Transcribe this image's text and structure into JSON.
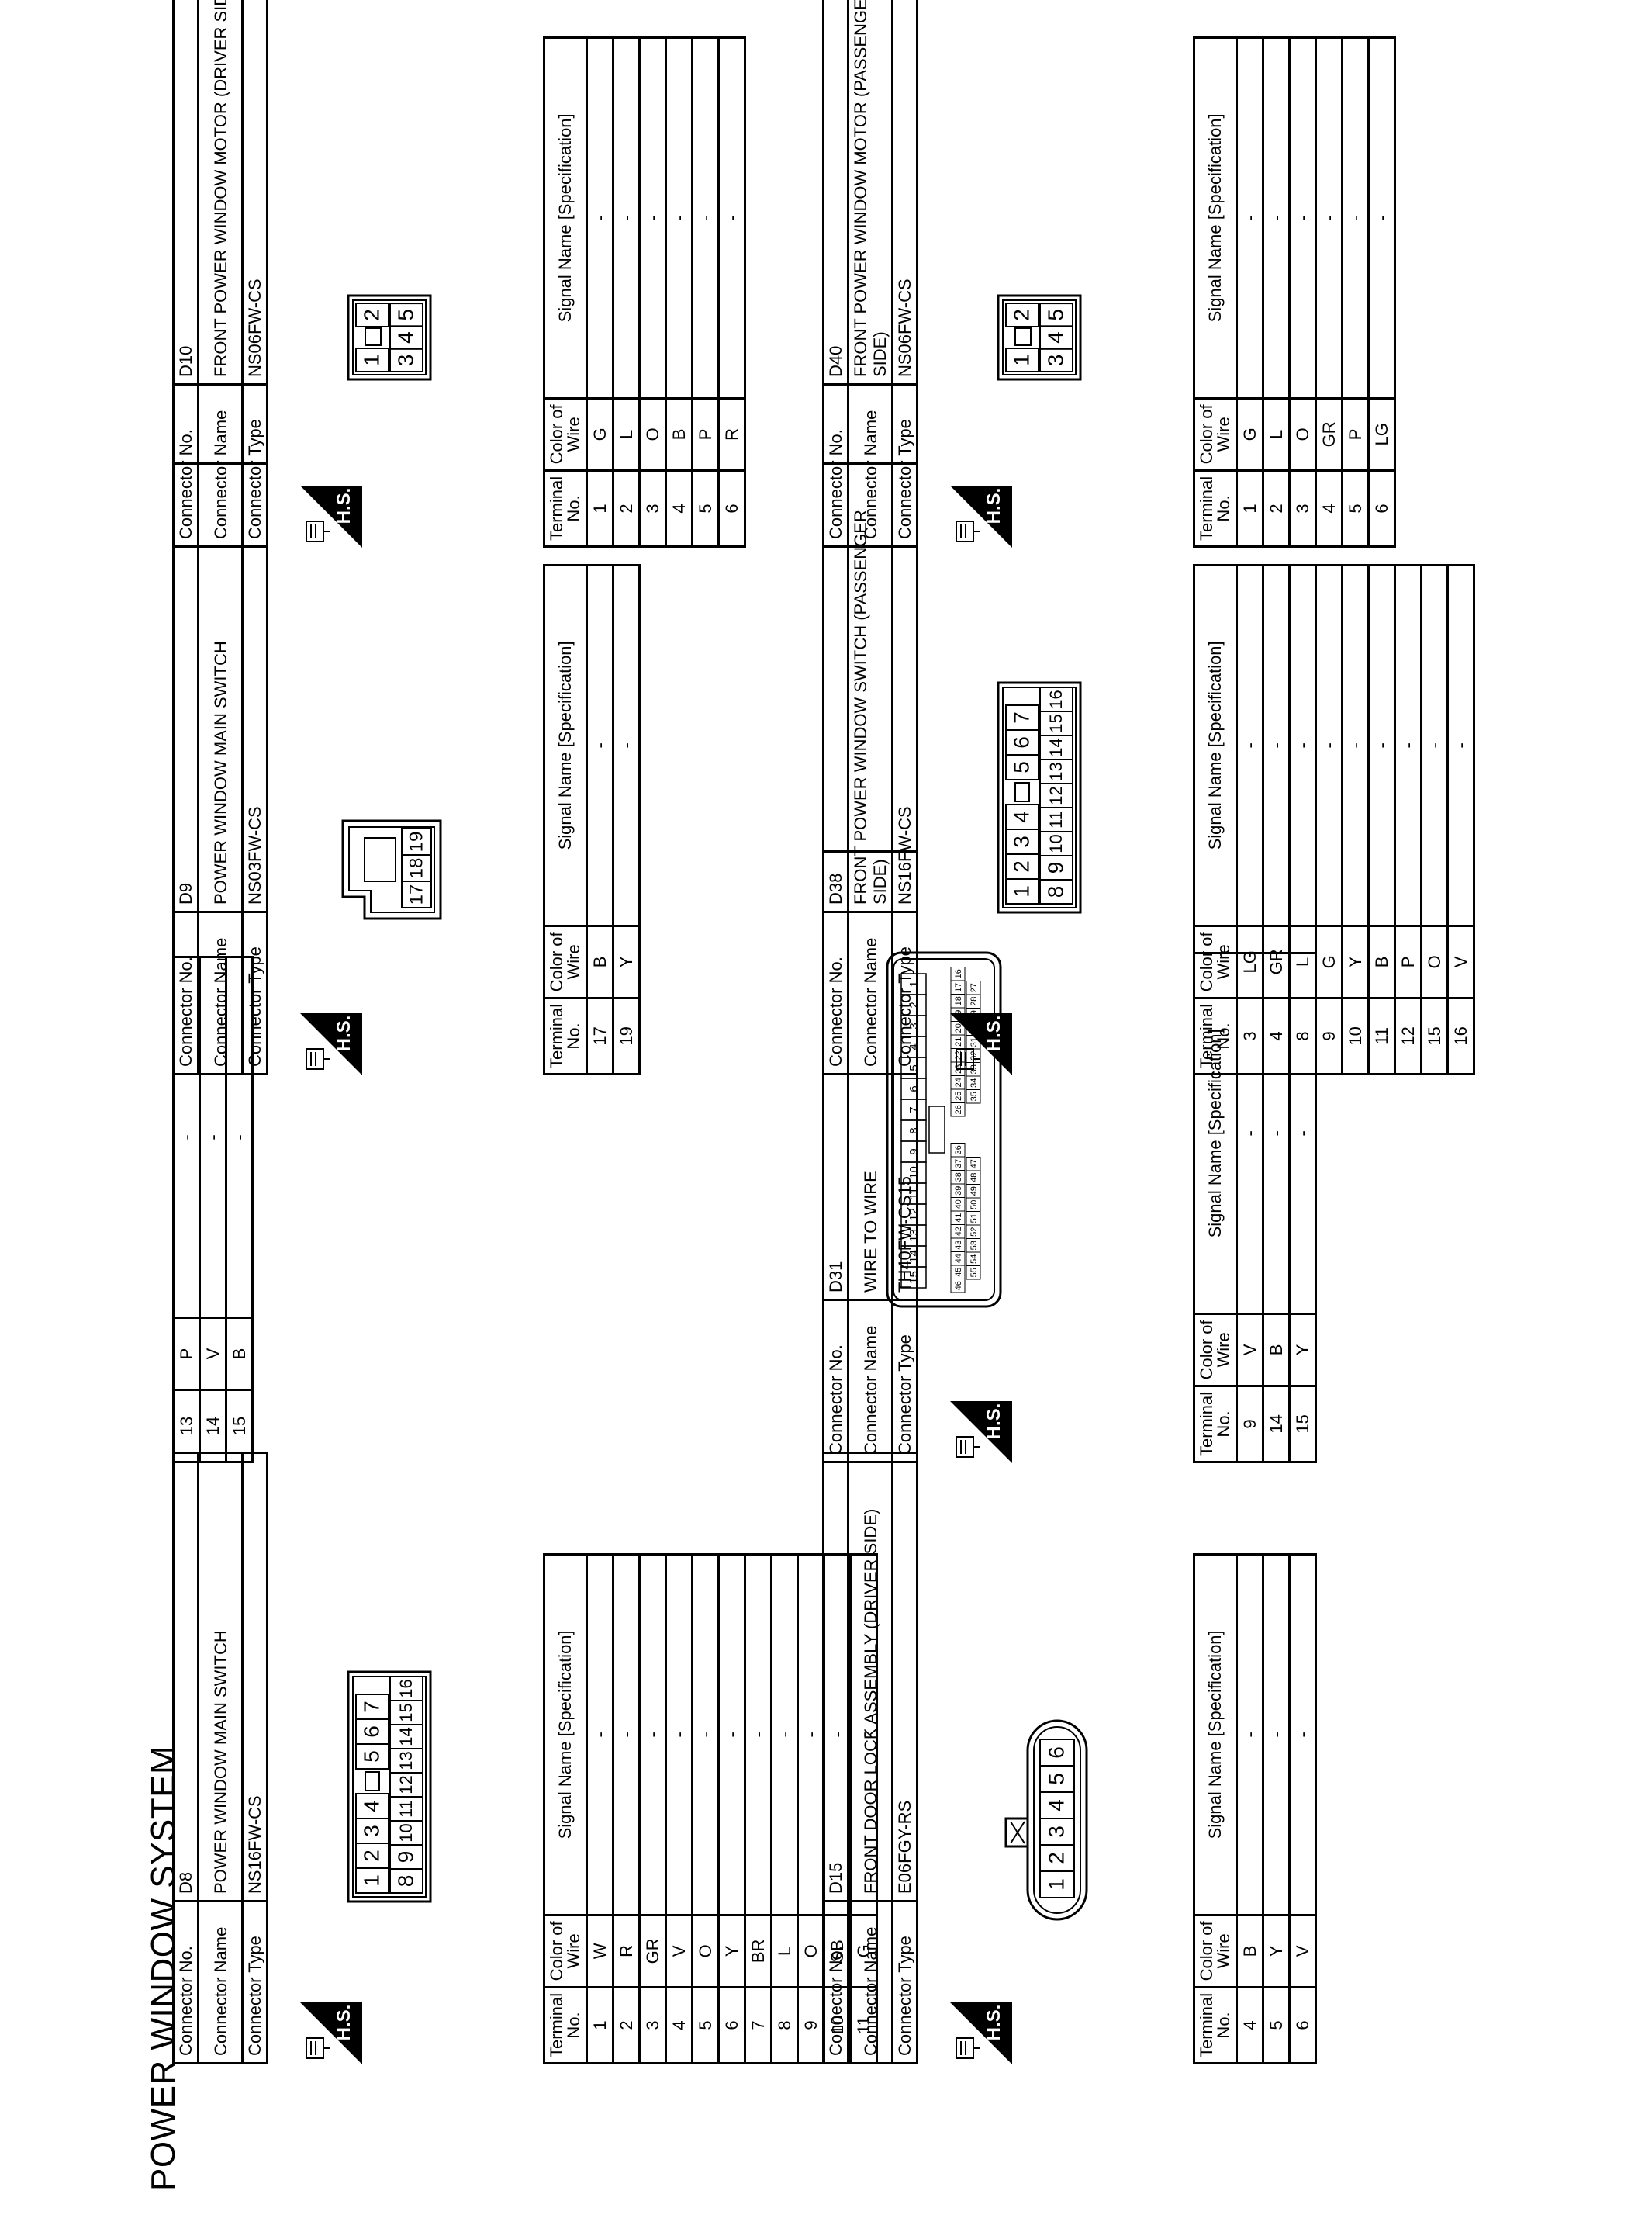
{
  "page_title": "POWER WINDOW SYSTEM",
  "labels": {
    "connector_no": "Connector No.",
    "connector_name": "Connector Name",
    "connector_type": "Connector Type",
    "hs": "H.S.",
    "col_terminal": "Terminal No.",
    "col_color": "Color of Wire",
    "col_signal": "Signal Name [Specification]"
  },
  "continuation": {
    "rows": [
      {
        "t": "13",
        "c": "P",
        "s": "-"
      },
      {
        "t": "14",
        "c": "V",
        "s": "-"
      },
      {
        "t": "15",
        "c": "B",
        "s": "-"
      }
    ]
  },
  "connectors": [
    {
      "no": "D8",
      "name": "POWER WINDOW MAIN SWITCH",
      "type": "NS16FW-CS",
      "pins_top": [
        "1",
        "2",
        "3",
        "4",
        "",
        "5",
        "6",
        "7"
      ],
      "pins_bottom": [
        "8",
        "9",
        "10",
        "11",
        "12",
        "13",
        "14",
        "15",
        "16"
      ],
      "rows": [
        {
          "t": "1",
          "c": "W",
          "s": "-"
        },
        {
          "t": "2",
          "c": "R",
          "s": "-"
        },
        {
          "t": "3",
          "c": "GR",
          "s": "-"
        },
        {
          "t": "4",
          "c": "V",
          "s": "-"
        },
        {
          "t": "5",
          "c": "O",
          "s": "-"
        },
        {
          "t": "6",
          "c": "Y",
          "s": "-"
        },
        {
          "t": "7",
          "c": "BR",
          "s": "-"
        },
        {
          "t": "8",
          "c": "L",
          "s": "-"
        },
        {
          "t": "9",
          "c": "O",
          "s": "-"
        },
        {
          "t": "10",
          "c": "SB",
          "s": "-"
        },
        {
          "t": "11",
          "c": "G",
          "s": "-"
        }
      ]
    },
    {
      "no": "D9",
      "name": "POWER WINDOW MAIN SWITCH",
      "type": "NS03FW-CS",
      "pins": [
        "17",
        "18",
        "19"
      ],
      "rows": [
        {
          "t": "17",
          "c": "B",
          "s": "-"
        },
        {
          "t": "19",
          "c": "Y",
          "s": "-"
        }
      ]
    },
    {
      "no": "D10",
      "name": "FRONT POWER WINDOW MOTOR (DRIVER SIDE)",
      "type": "NS06FW-CS",
      "pins": [
        "1",
        "2",
        "3",
        "4",
        "5",
        "6"
      ],
      "rows": [
        {
          "t": "1",
          "c": "G",
          "s": "-"
        },
        {
          "t": "2",
          "c": "L",
          "s": "-"
        },
        {
          "t": "3",
          "c": "O",
          "s": "-"
        },
        {
          "t": "4",
          "c": "B",
          "s": "-"
        },
        {
          "t": "5",
          "c": "P",
          "s": "-"
        },
        {
          "t": "6",
          "c": "R",
          "s": "-"
        }
      ]
    },
    {
      "no": "D15",
      "name": "FRONT DOOR LOCK ASSEMBLY (DRIVER SIDE)",
      "type": "E06FGY-RS",
      "pins": [
        "1",
        "2",
        "3",
        "4",
        "5",
        "6"
      ],
      "rows": [
        {
          "t": "4",
          "c": "B",
          "s": "-"
        },
        {
          "t": "5",
          "c": "Y",
          "s": "-"
        },
        {
          "t": "6",
          "c": "V",
          "s": "-"
        }
      ]
    },
    {
      "no": "D31",
      "name": "WIRE TO WIRE",
      "type": "TH40FW-CS15",
      "pins_row1": [
        "15",
        "14",
        "13",
        "12",
        "11",
        "10",
        "9",
        "8",
        "7",
        "6",
        "5",
        "4",
        "3",
        "2",
        "1"
      ],
      "pins_row2a": [
        "46",
        "45",
        "44",
        "43",
        "42",
        "41",
        "40",
        "39",
        "38",
        "37",
        "36"
      ],
      "pins_row2b": [
        "26",
        "25",
        "24",
        "23",
        "22",
        "21",
        "20",
        "19",
        "18",
        "17",
        "16"
      ],
      "pins_row3a": [
        "55",
        "54",
        "53",
        "52",
        "51",
        "50",
        "49",
        "48",
        "47"
      ],
      "pins_row3b": [
        "35",
        "34",
        "33",
        "32",
        "31",
        "30",
        "29",
        "28",
        "27"
      ],
      "rows": [
        {
          "t": "9",
          "c": "V",
          "s": "-"
        },
        {
          "t": "14",
          "c": "B",
          "s": "-"
        },
        {
          "t": "15",
          "c": "Y",
          "s": "-"
        }
      ]
    },
    {
      "no": "D38",
      "name": "FRONT POWER WINDOW SWITCH (PASSENGER SIDE)",
      "type": "NS16FW-CS",
      "pins_top": [
        "1",
        "2",
        "3",
        "4",
        "",
        "5",
        "6",
        "7"
      ],
      "pins_bottom": [
        "8",
        "9",
        "10",
        "11",
        "12",
        "13",
        "14",
        "15",
        "16"
      ],
      "rows": [
        {
          "t": "3",
          "c": "LG",
          "s": "-"
        },
        {
          "t": "4",
          "c": "GR",
          "s": "-"
        },
        {
          "t": "8",
          "c": "L",
          "s": "-"
        },
        {
          "t": "9",
          "c": "G",
          "s": "-"
        },
        {
          "t": "10",
          "c": "Y",
          "s": "-"
        },
        {
          "t": "11",
          "c": "B",
          "s": "-"
        },
        {
          "t": "12",
          "c": "P",
          "s": "-"
        },
        {
          "t": "15",
          "c": "O",
          "s": "-"
        },
        {
          "t": "16",
          "c": "V",
          "s": "-"
        }
      ]
    },
    {
      "no": "D40",
      "name": "FRONT POWER WINDOW MOTOR (PASSENGER SIDE)",
      "type": "NS06FW-CS",
      "pins": [
        "1",
        "2",
        "3",
        "4",
        "5",
        "6"
      ],
      "rows": [
        {
          "t": "1",
          "c": "G",
          "s": "-"
        },
        {
          "t": "2",
          "c": "L",
          "s": "-"
        },
        {
          "t": "3",
          "c": "O",
          "s": "-"
        },
        {
          "t": "4",
          "c": "GR",
          "s": "-"
        },
        {
          "t": "5",
          "c": "P",
          "s": "-"
        },
        {
          "t": "6",
          "c": "LG",
          "s": "-"
        }
      ]
    }
  ]
}
